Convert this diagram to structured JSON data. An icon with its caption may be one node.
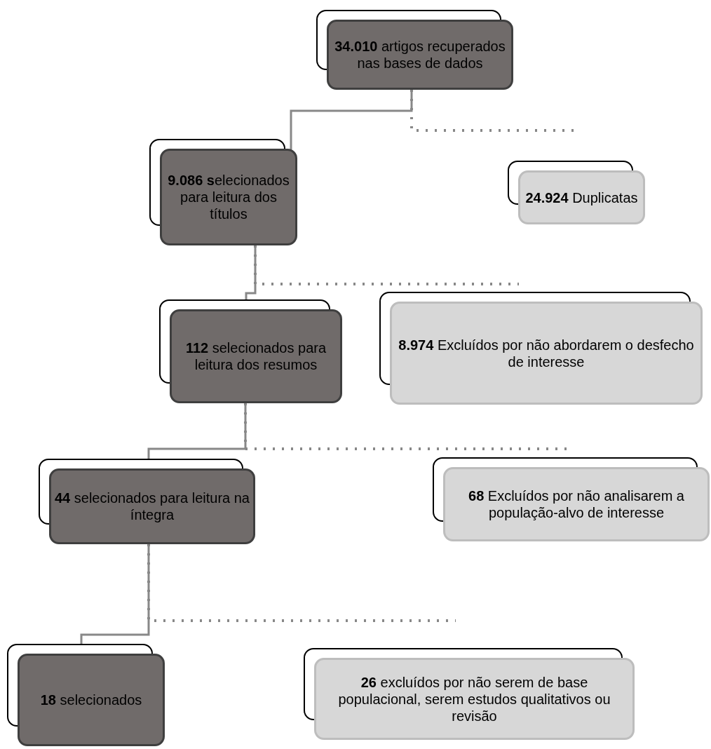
{
  "diagram": {
    "nodes": [
      {
        "text": [
          "**34.010** artigos recuperados nas bases de dados"
        ]
      },
      {
        "text": [
          "**9.086 s**elecionados para leitura dos títulos"
        ]
      },
      {
        "text": [
          "**24.924** Duplicatas"
        ]
      },
      {
        "text": [
          "**112** selecionados para leitura dos resumos"
        ]
      },
      {
        "text": [
          "**8.974** Excluídos por não abordarem o desfecho de interesse"
        ]
      },
      {
        "text": [
          "**44** selecionados para leitura na íntegra"
        ]
      },
      {
        "text": [
          "**68** Excluídos por não analisarem a população-alvo de interesse"
        ]
      },
      {
        "text": [
          "**18** selecionados"
        ]
      },
      {
        "text": [
          "**26** excluídos por não serem de base populacional, serem estudos qualitativos ou revisão"
        ]
      }
    ],
    "edges": [
      {
        "from": 0,
        "to": 1,
        "arrow": "none"
      },
      {
        "from": 1,
        "to": 3,
        "arrow": "none"
      },
      {
        "from": 3,
        "to": 5,
        "arrow": "none"
      },
      {
        "from": 5,
        "to": 7,
        "arrow": "none"
      },
      {
        "from": 0,
        "to": null,
        "arrow": "none",
        "style": "dashed"
      },
      {
        "from": 1,
        "to": null,
        "arrow": "none",
        "style": "dashed"
      },
      {
        "from": 3,
        "to": null,
        "arrow": "none",
        "style": "dashed"
      },
      {
        "from": 5,
        "to": null,
        "arrow": "none",
        "style": "dashed"
      }
    ]
  }
}
